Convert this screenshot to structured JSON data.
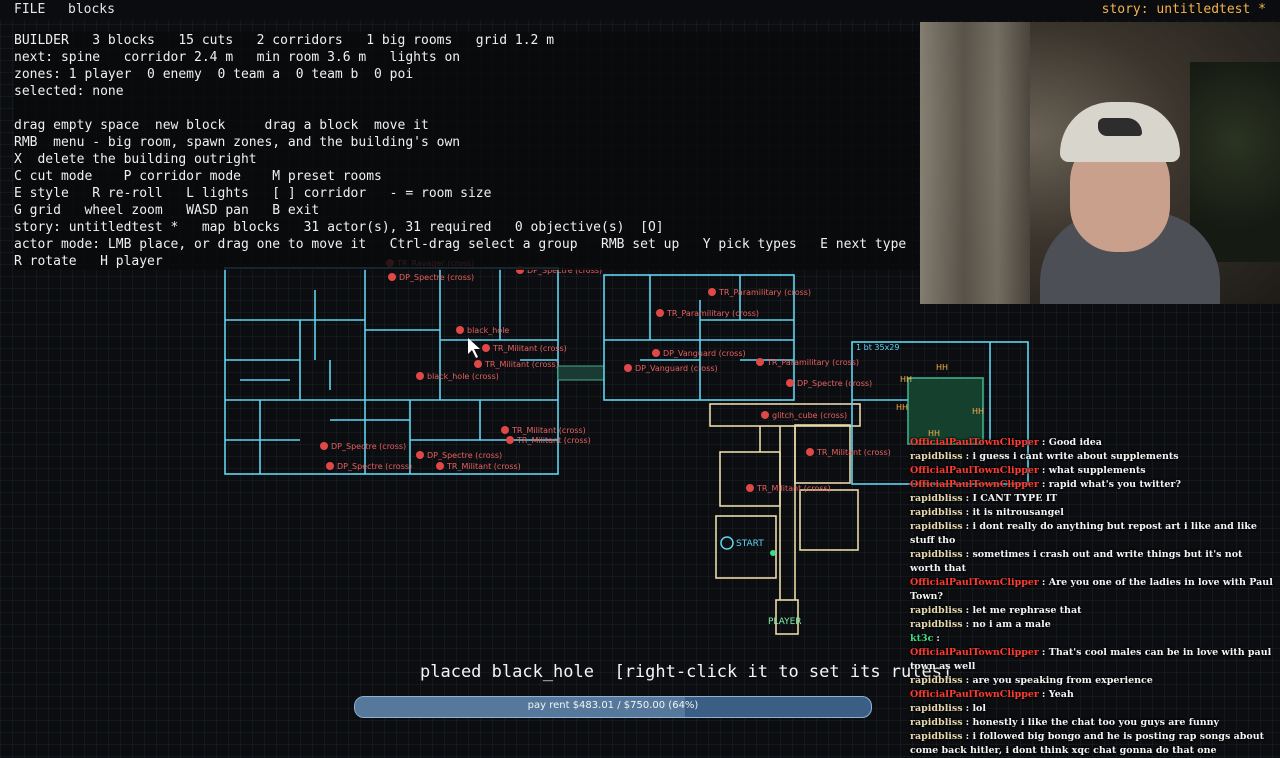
{
  "menubar": {
    "file_label": "FILE",
    "blocks_label": "blocks",
    "story_title": "story: untitledtest *"
  },
  "hud": {
    "lines": [
      "BUILDER   3 blocks   15 cuts   2 corridors   1 big rooms   grid 1.2 m",
      "next: spine   corridor 2.4 m   min room 3.6 m   lights on",
      "zones: 1 player  0 enemy  0 team a  0 team b  0 poi",
      "selected: none",
      "",
      "drag empty space  new block     drag a block  move it",
      "RMB  menu - big room, spawn zones, and the building's own",
      "X  delete the building outright",
      "C cut mode    P corridor mode    M preset rooms",
      "E style   R re-roll   L lights   [ ] corridor   - = room size",
      "G grid   wheel zoom   WASD pan   B exit",
      "story: untitledtest *   map blocks   31 actor(s), 31 required   0 objective(s)  [O]",
      "actor mode: LMB place, or drag one to move it   Ctrl-drag select a group   RMB set up   Y pick types   E next type   Q source",
      "R rotate   H player"
    ]
  },
  "map": {
    "actors": [
      {
        "label": "TR_Ravager (cross)"
      },
      {
        "label": "DP_Spectre (cross)"
      },
      {
        "label": "DP_Spectre (cross)"
      },
      {
        "label": "black_hole"
      },
      {
        "label": "TR_Militant (cross)"
      },
      {
        "label": "TR_Militant (cross)"
      },
      {
        "label": "black_hole (cross)"
      },
      {
        "label": "TR_Paramilitary (cross)"
      },
      {
        "label": "TR_Paramilitary (cross)"
      },
      {
        "label": "DP_Vanguard (cross)"
      },
      {
        "label": "DP_Vanguard (cross)"
      },
      {
        "label": "TR_Paramilitary (cross)"
      },
      {
        "label": "DP_Spectre (cross)"
      },
      {
        "label": "glitch_cube (cross)"
      },
      {
        "label": "TR_Militant (cross)"
      },
      {
        "label": "TR_Militant (cross)"
      },
      {
        "label": "TR_Militant (cross)"
      },
      {
        "label": "DP_Spectre (cross)"
      },
      {
        "label": "DP_Spectre (cross)"
      },
      {
        "label": "DP_Spectre (cross)"
      },
      {
        "label": "TR_Militant (cross)"
      },
      {
        "label": "TR_Militant (cross)"
      }
    ],
    "start_label": "START",
    "player_label": "PLAYER",
    "block_label": "1 bt 35x29"
  },
  "status_message": "placed black_hole  [right-click it to set its rules]",
  "rent": {
    "label": "pay rent $483.01 / $750.00 (64%)",
    "progress": 0.64
  },
  "chat": [
    {
      "user": "OfficialPaulTownClipper",
      "text": "Good idea",
      "color": "red"
    },
    {
      "user": "rapidbliss",
      "text": "i guess i cant write about supplements",
      "color": "gold"
    },
    {
      "user": "OfficialPaulTownClipper",
      "text": "what supplements",
      "color": "red"
    },
    {
      "user": "OfficialPaulTownClipper",
      "text": "rapid what's you twitter?",
      "color": "red"
    },
    {
      "user": "rapidbliss",
      "text": "I CANT TYPE IT",
      "color": "gold"
    },
    {
      "user": "rapidbliss",
      "text": "it is nitrousangel",
      "color": "gold"
    },
    {
      "user": "rapidbliss",
      "text": "i dont really do anything but repost art i like and like stuff tho",
      "color": "gold"
    },
    {
      "user": "rapidbliss",
      "text": "sometimes i crash out and write things but it's not worth that",
      "color": "gold"
    },
    {
      "user": "OfficialPaulTownClipper",
      "text": "Are you one of the ladies in love with Paul Town?",
      "color": "red"
    },
    {
      "user": "rapidbliss",
      "text": "let me rephrase that",
      "color": "gold"
    },
    {
      "user": "rapidbliss",
      "text": "no i am a male",
      "color": "gold"
    },
    {
      "user": "kt3c",
      "text": "",
      "color": "green"
    },
    {
      "user": "OfficialPaulTownClipper",
      "text": "That's cool males can be in love with paul town as well",
      "color": "red"
    },
    {
      "user": "rapidbliss",
      "text": "are you speaking from experience",
      "color": "gold"
    },
    {
      "user": "OfficialPaulTownClipper",
      "text": "Yeah",
      "color": "red"
    },
    {
      "user": "rapidbliss",
      "text": "lol",
      "color": "gold"
    },
    {
      "user": "rapidbliss",
      "text": "honestly i like the chat too you guys are funny",
      "color": "gold"
    },
    {
      "user": "rapidbliss",
      "text": "i followed big bongo and he is posting rap songs about come back hitler, i dont think xqc chat gonna do that one",
      "color": "gold"
    }
  ],
  "colors": {
    "wall": "#5fd4f0",
    "actor": "#e04848",
    "accent": "#f3b24a",
    "corridor": "#e8d9a8",
    "rent_bar": "#3a5e84"
  }
}
